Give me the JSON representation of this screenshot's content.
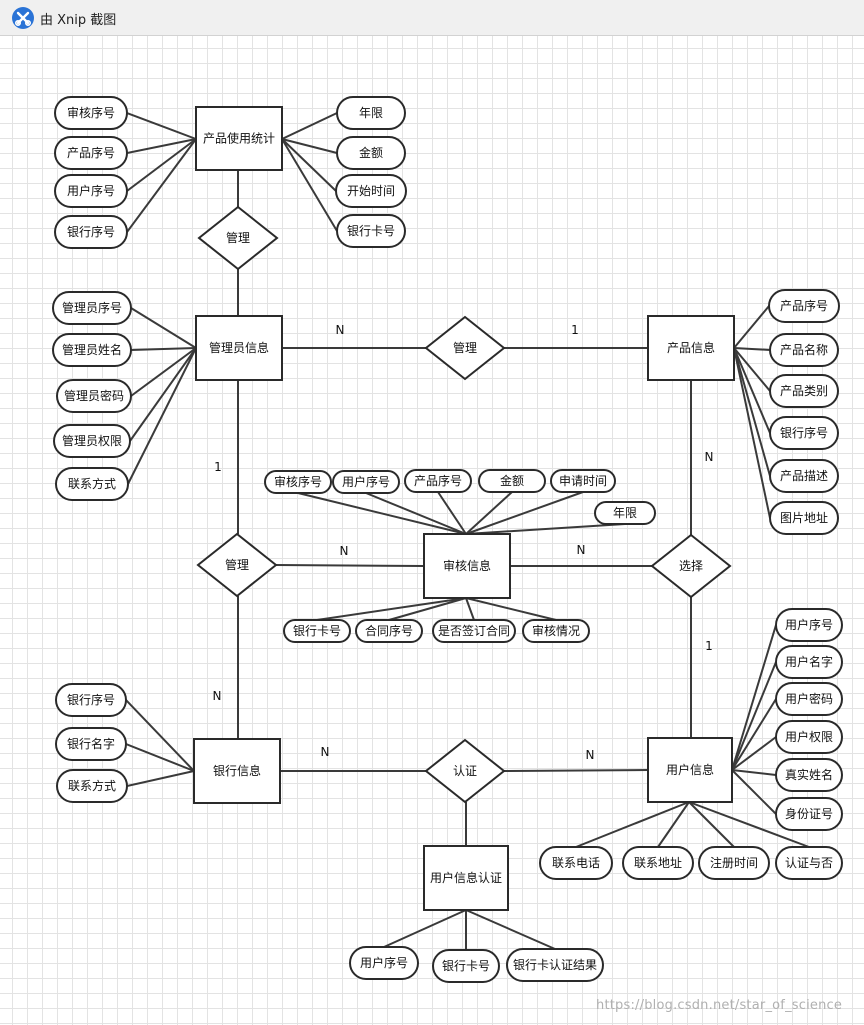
{
  "window": {
    "title": "由 Xnip 截图"
  },
  "watermark": "https://blog.csdn.net/star_of_science",
  "entities": {
    "usage_stats": "产品使用统计",
    "admin_info": "管理员信息",
    "product_info": "产品信息",
    "review_info": "审核信息",
    "bank_info": "银行信息",
    "user_info": "用户信息",
    "user_auth": "用户信息认证"
  },
  "relationships": {
    "manage_top": "管理",
    "manage_mid": "管理",
    "manage_left": "管理",
    "select": "选择",
    "auth": "认证"
  },
  "cardinalities": {
    "admin_product_n": "N",
    "admin_product_1": "1",
    "product_select_n": "N",
    "admin_manage_1": "1",
    "manage_review_n": "N",
    "review_select_n": "N",
    "select_user_1": "1",
    "manage_bank_n": "N",
    "bank_auth_n": "N",
    "auth_user_n": "N"
  },
  "attributes": {
    "usage_left": [
      "审核序号",
      "产品序号",
      "用户序号",
      "银行序号"
    ],
    "usage_right": [
      "年限",
      "金额",
      "开始时间",
      "银行卡号"
    ],
    "admin": [
      "管理员序号",
      "管理员姓名",
      "管理员密码",
      "管理员权限",
      "联系方式"
    ],
    "product": [
      "产品序号",
      "产品名称",
      "产品类别",
      "银行序号",
      "产品描述",
      "图片地址"
    ],
    "review_top": [
      "审核序号",
      "用户序号",
      "产品序号",
      "金额",
      "申请时间",
      "年限"
    ],
    "review_bottom": [
      "银行卡号",
      "合同序号",
      "是否签订合同",
      "审核情况"
    ],
    "bank": [
      "银行序号",
      "银行名字",
      "联系方式"
    ],
    "user_right": [
      "用户序号",
      "用户名字",
      "用户密码",
      "用户权限",
      "真实姓名",
      "身份证号"
    ],
    "user_bottom": [
      "联系电话",
      "联系地址",
      "注册时间",
      "认证与否"
    ],
    "auth": [
      "用户序号",
      "银行卡号",
      "银行卡认证结果"
    ]
  }
}
